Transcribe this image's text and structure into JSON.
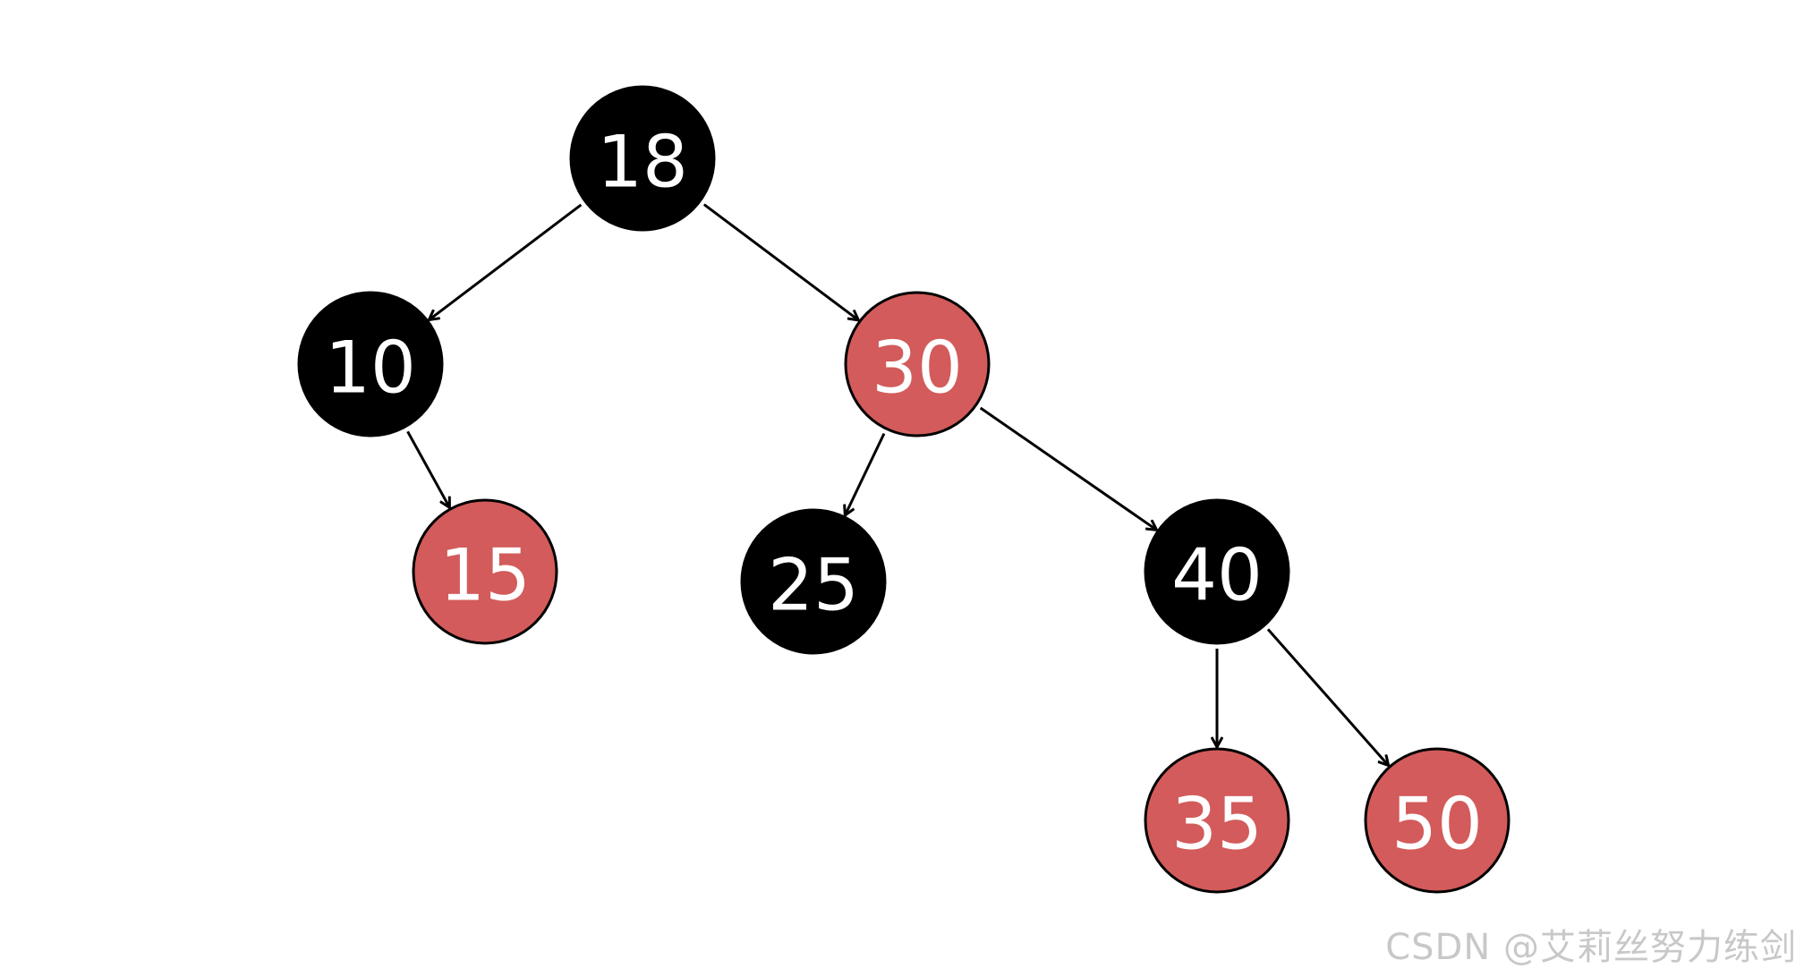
{
  "tree": {
    "nodes": [
      {
        "id": "n18",
        "label": "18",
        "color": "black"
      },
      {
        "id": "n10",
        "label": "10",
        "color": "black"
      },
      {
        "id": "n30",
        "label": "30",
        "color": "red"
      },
      {
        "id": "n15",
        "label": "15",
        "color": "red"
      },
      {
        "id": "n25",
        "label": "25",
        "color": "black"
      },
      {
        "id": "n40",
        "label": "40",
        "color": "black"
      },
      {
        "id": "n35",
        "label": "35",
        "color": "red"
      },
      {
        "id": "n50",
        "label": "50",
        "color": "red"
      }
    ],
    "edges": [
      {
        "from": "n18",
        "to": "n10"
      },
      {
        "from": "n18",
        "to": "n30"
      },
      {
        "from": "n10",
        "to": "n15"
      },
      {
        "from": "n30",
        "to": "n25"
      },
      {
        "from": "n30",
        "to": "n40"
      },
      {
        "from": "n40",
        "to": "n35"
      },
      {
        "from": "n40",
        "to": "n50"
      }
    ],
    "colors": {
      "black": "#000000",
      "red": "#d35b5b",
      "label": "#ffffff",
      "edge": "#000000"
    }
  },
  "watermark": "CSDN @艾莉丝努力练剑"
}
